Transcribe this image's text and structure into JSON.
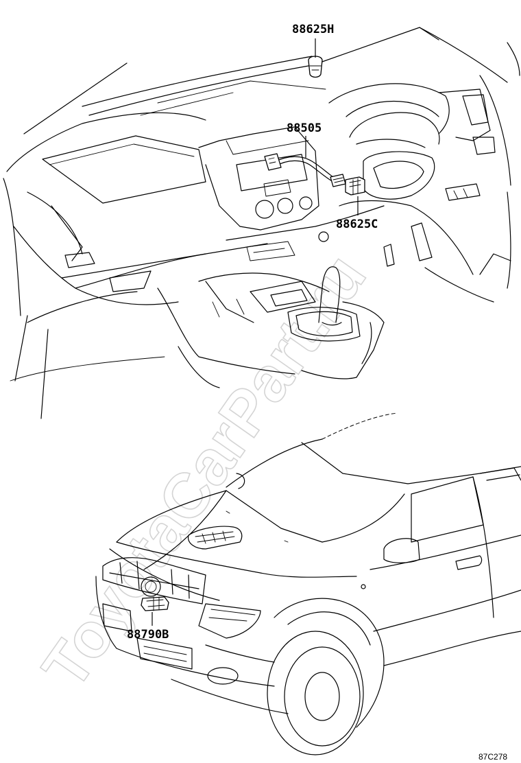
{
  "labels": {
    "part_1": "88625H",
    "part_2": "88505",
    "part_3": "88625C",
    "part_4": "88790B"
  },
  "watermark": "ToyotaCarPart.ru",
  "diagram_code": "87C278",
  "colors": {
    "ink": "#000000",
    "watermark": "#d4d4d4",
    "background": "#ffffff"
  }
}
